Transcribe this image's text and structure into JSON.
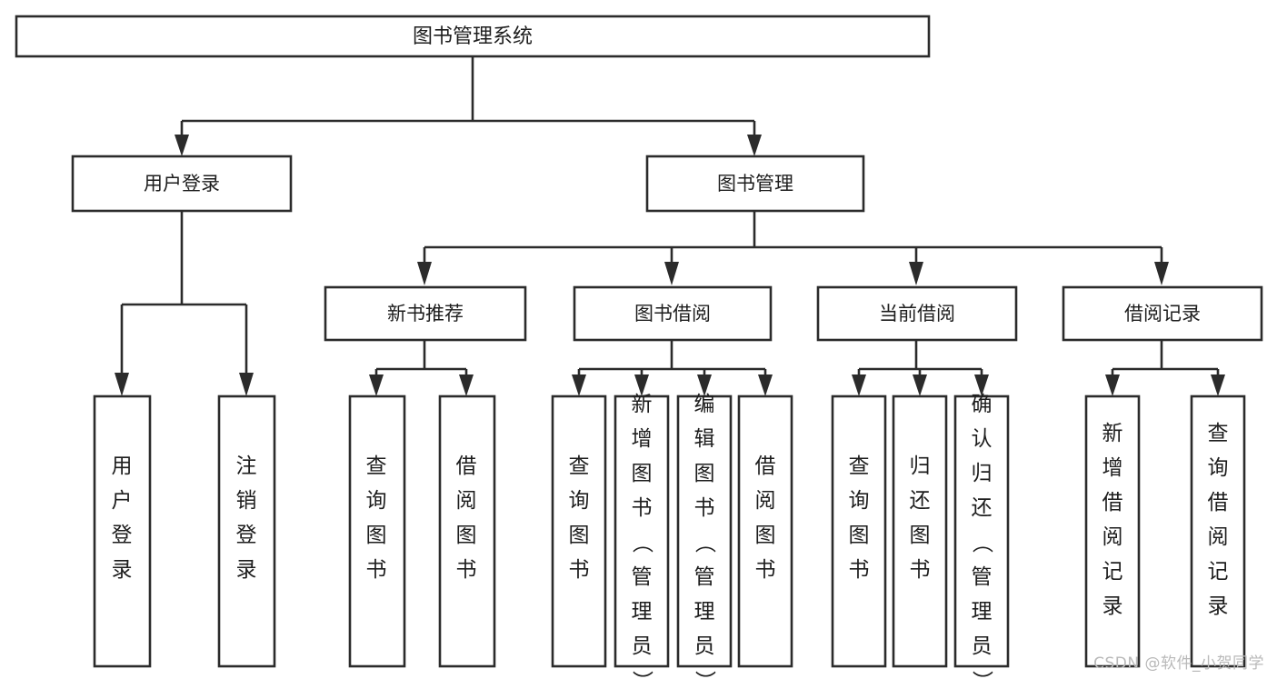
{
  "diagram": {
    "title": "图书管理系统",
    "watermark": "CSDN @软件_小贺同学",
    "colors": {
      "stroke": "#2b2b2b",
      "fill": "#ffffff",
      "text": "#1d1d1d",
      "watermark": "#b9b9b9",
      "background": "#ffffff"
    },
    "nodes": {
      "root": {
        "label": "图书管理系统"
      },
      "level2": [
        {
          "label": "用户登录"
        },
        {
          "label": "图书管理"
        }
      ],
      "level3": [
        {
          "label": "新书推荐"
        },
        {
          "label": "图书借阅"
        },
        {
          "label": "当前借阅"
        },
        {
          "label": "借阅记录"
        }
      ],
      "leaves": {
        "user_login": [
          {
            "label": "用户登录"
          },
          {
            "label": "注销登录"
          }
        ],
        "new_book_recommend": [
          {
            "label": "查询图书"
          },
          {
            "label": "借阅图书"
          }
        ],
        "book_borrow": [
          {
            "label": "查询图书"
          },
          {
            "label": "新增图书（管理员）"
          },
          {
            "label": "编辑图书（管理员）"
          },
          {
            "label": "借阅图书"
          }
        ],
        "current_borrow": [
          {
            "label": "查询图书"
          },
          {
            "label": "归还图书"
          },
          {
            "label": "确认归还（管理员）"
          }
        ],
        "borrow_record": [
          {
            "label": "新增借阅记录"
          },
          {
            "label": "查询借阅记录"
          }
        ]
      }
    }
  }
}
